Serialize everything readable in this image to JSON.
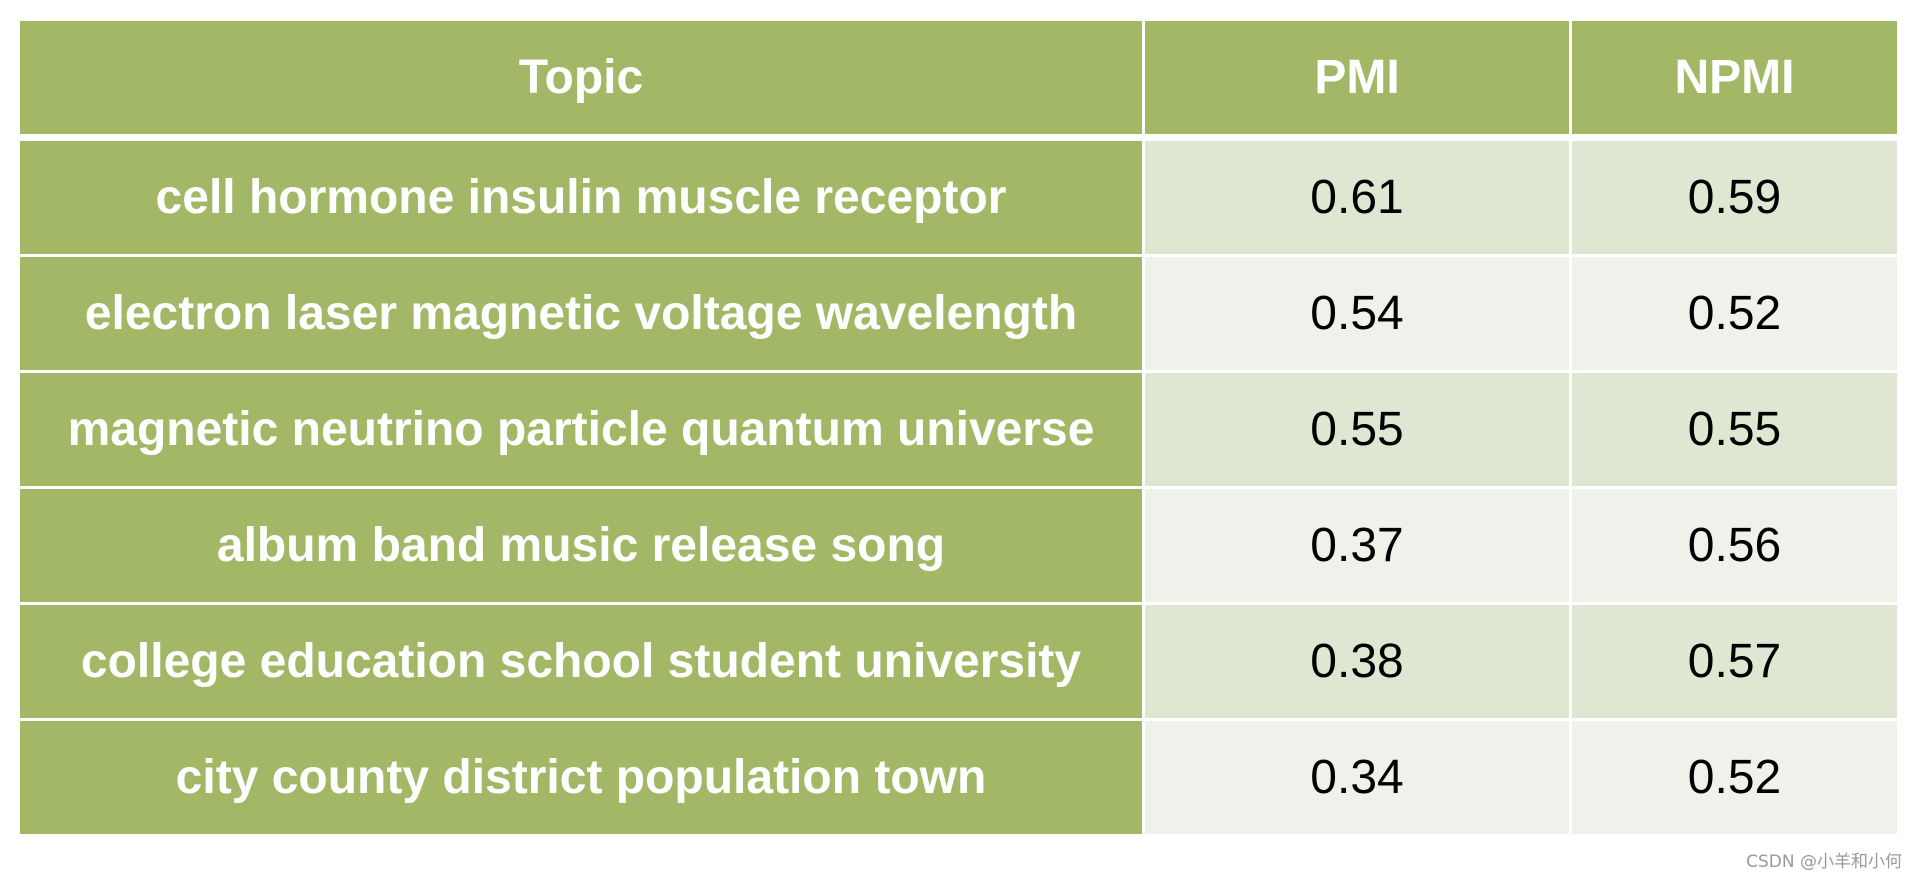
{
  "table": {
    "headers": [
      "Topic",
      "PMI",
      "NPMI"
    ],
    "rows": [
      {
        "topic": "cell hormone insulin muscle receptor",
        "pmi": "0.61",
        "npmi": "0.59"
      },
      {
        "topic": "electron laser magnetic voltage wavelength",
        "pmi": "0.54",
        "npmi": "0.52"
      },
      {
        "topic": "magnetic neutrino particle quantum universe",
        "pmi": "0.55",
        "npmi": "0.55"
      },
      {
        "topic": "album band music release song",
        "pmi": "0.37",
        "npmi": "0.56"
      },
      {
        "topic": "college education school student university",
        "pmi": "0.38",
        "npmi": "0.57"
      },
      {
        "topic": "city county district population town",
        "pmi": "0.34",
        "npmi": "0.52"
      }
    ]
  },
  "watermark": "CSDN @小羊和小何",
  "colors": {
    "header_bg": "#a2b866",
    "topic_bg": "#a2b866",
    "row_odd_bg": "#dfe6d2",
    "row_even_bg": "#eff2ea"
  }
}
